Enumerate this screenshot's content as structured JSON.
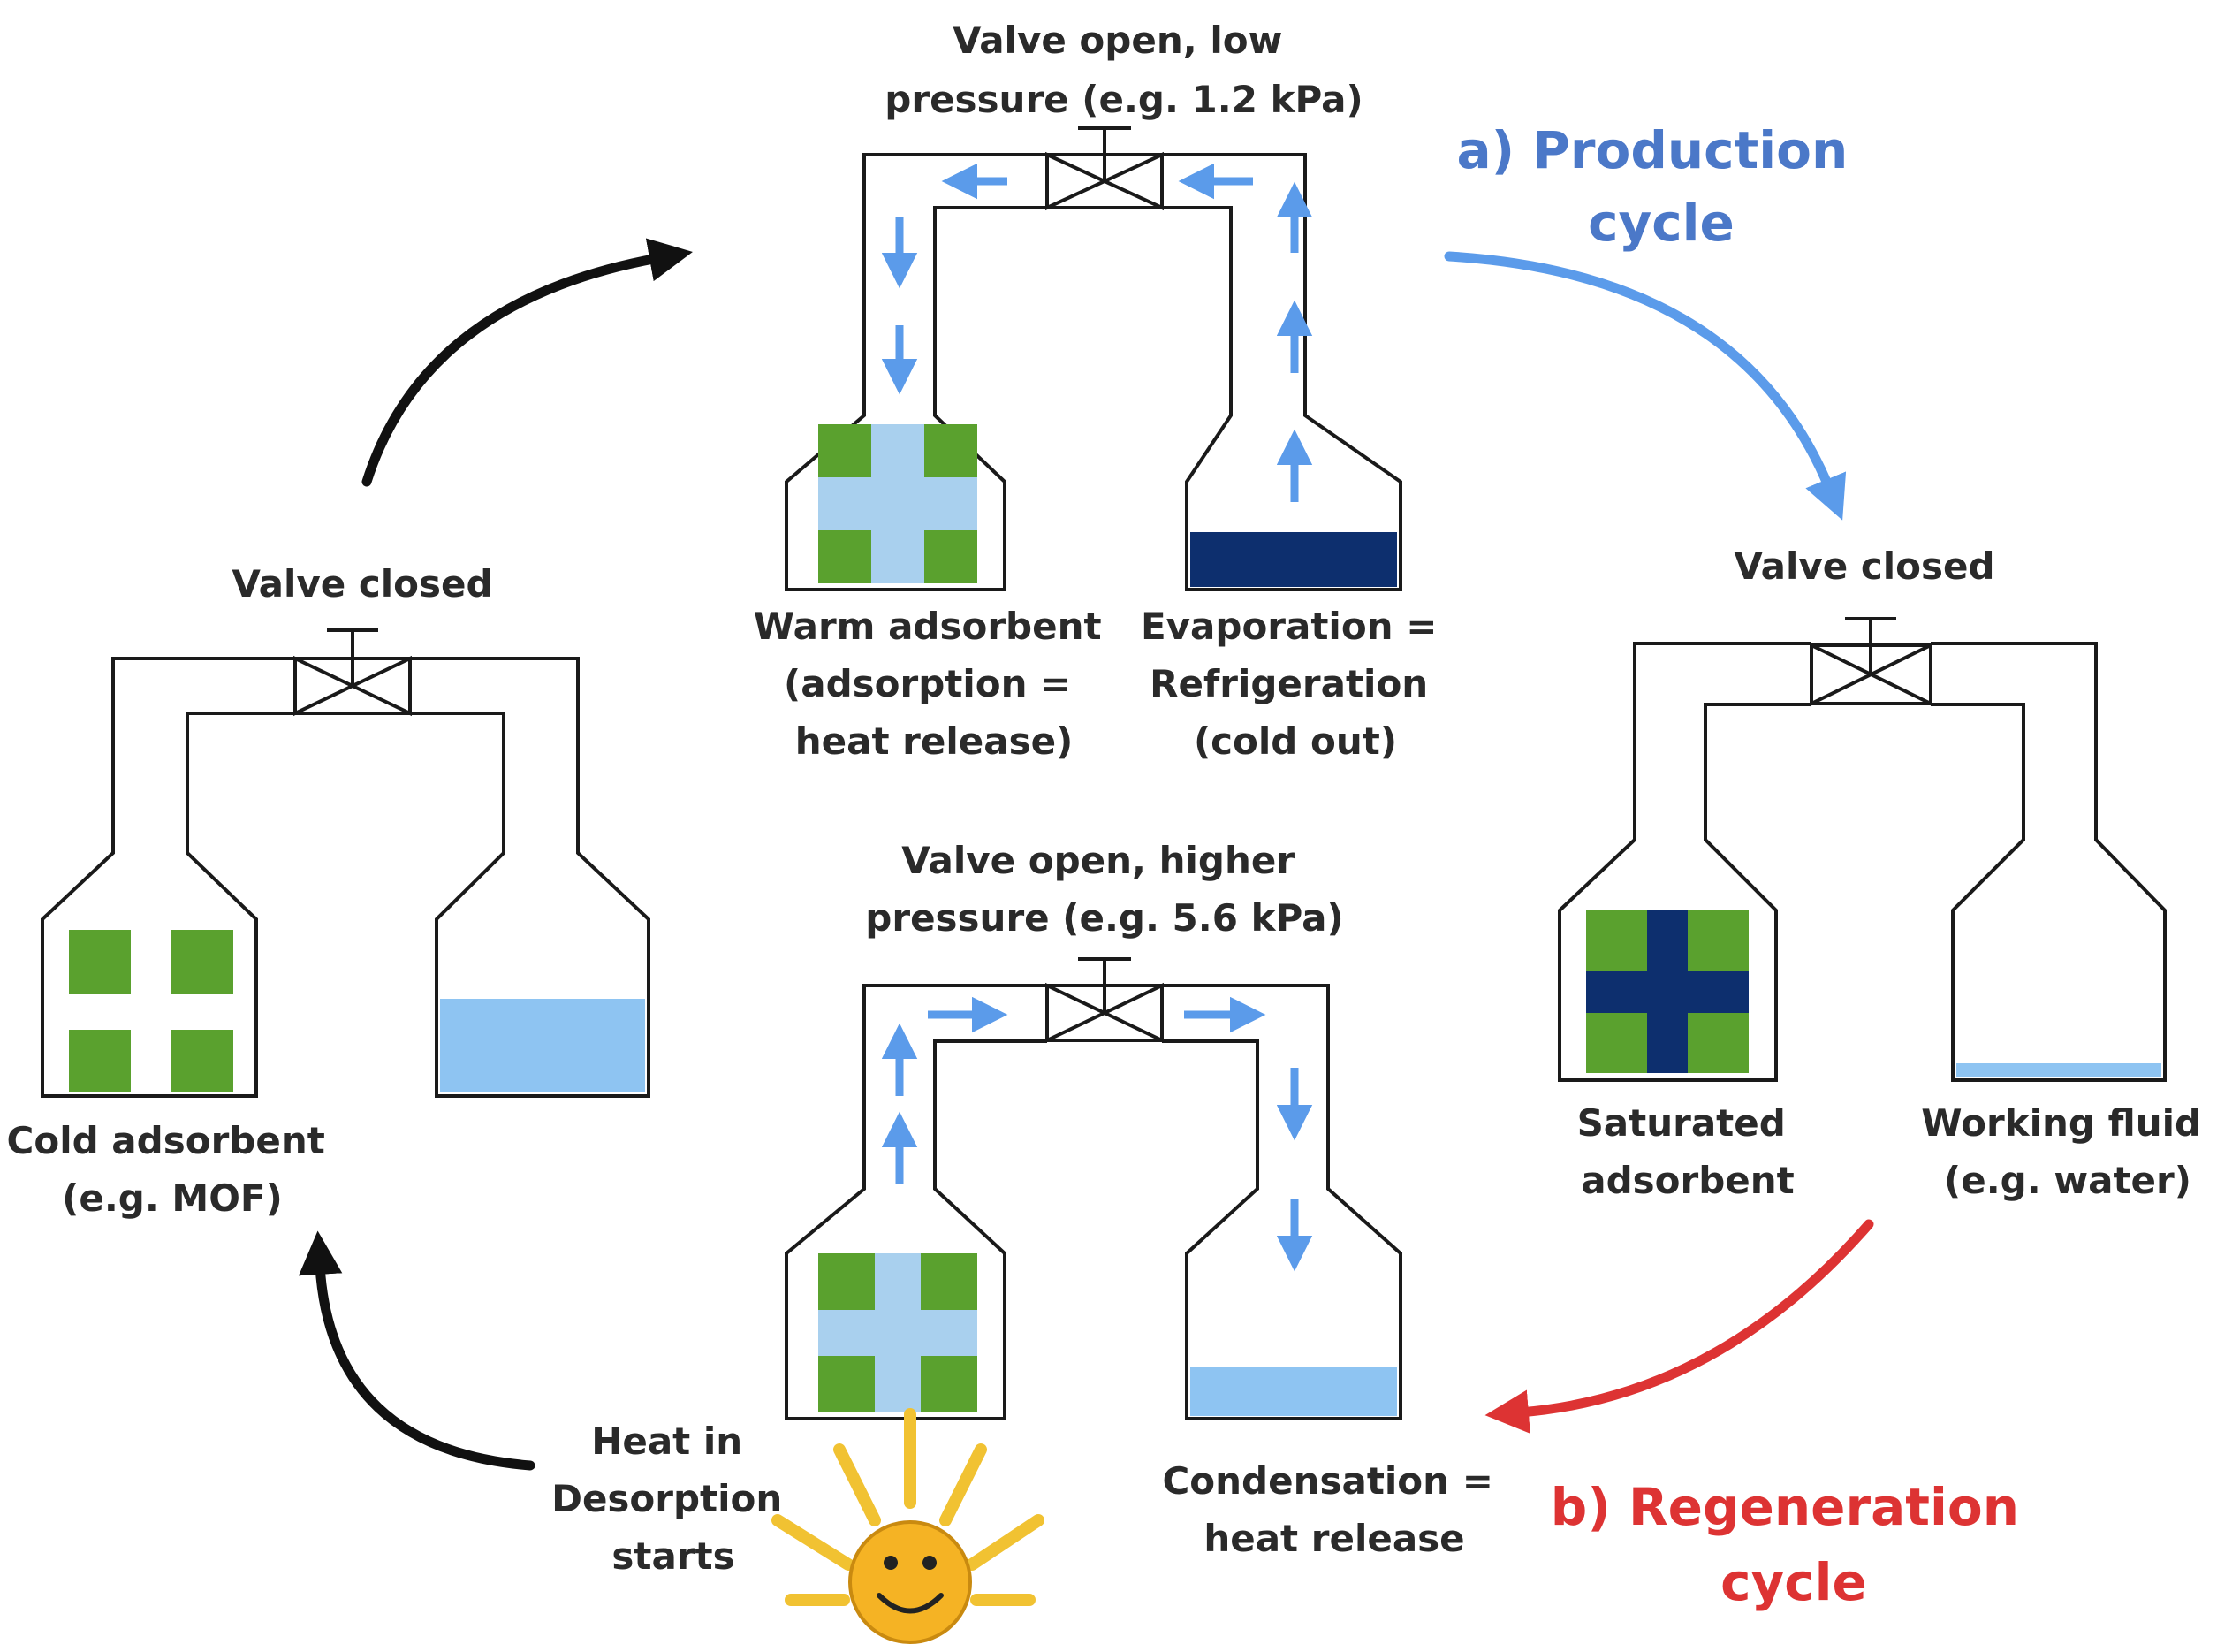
{
  "colors": {
    "outline": "#1a1a1a",
    "flow_arrow": "#5b9bea",
    "adsorbent_green": "#5aa12e",
    "light_blue": "#a9d0ee",
    "liquid_light": "#8ec4f2",
    "liquid_dark": "#0d2f6e",
    "production_title": "#4b78c8",
    "regeneration_title": "#dd3333",
    "sun": "#f5b324",
    "sun_rays": "#f1c232"
  },
  "cycles": {
    "production": [
      "a) Production",
      "cycle"
    ],
    "regeneration": [
      "b) Regeneration",
      "cycle"
    ]
  },
  "states": {
    "left": {
      "valve": [
        "Valve closed"
      ],
      "adsorbent": [
        "Cold adsorbent",
        "(e.g. MOF)"
      ]
    },
    "top": {
      "valve": [
        "Valve open, low",
        "pressure (e.g. 1.2 kPa)"
      ],
      "adsorbent": [
        "Warm adsorbent",
        "(adsorption =",
        "heat release)"
      ],
      "evaporator": [
        "Evaporation =",
        "Refrigeration",
        "(cold out)"
      ]
    },
    "right": {
      "valve": [
        "Valve closed"
      ],
      "adsorbent": [
        "Saturated",
        "adsorbent"
      ],
      "fluid": [
        "Working fluid",
        "(e.g. water)"
      ]
    },
    "bottom": {
      "valve": [
        "Valve open, higher",
        "pressure (e.g. 5.6 kPa)"
      ],
      "heat": [
        "Heat in",
        "Desorption",
        "starts"
      ],
      "condenser": [
        "Condensation =",
        "heat release"
      ]
    }
  }
}
